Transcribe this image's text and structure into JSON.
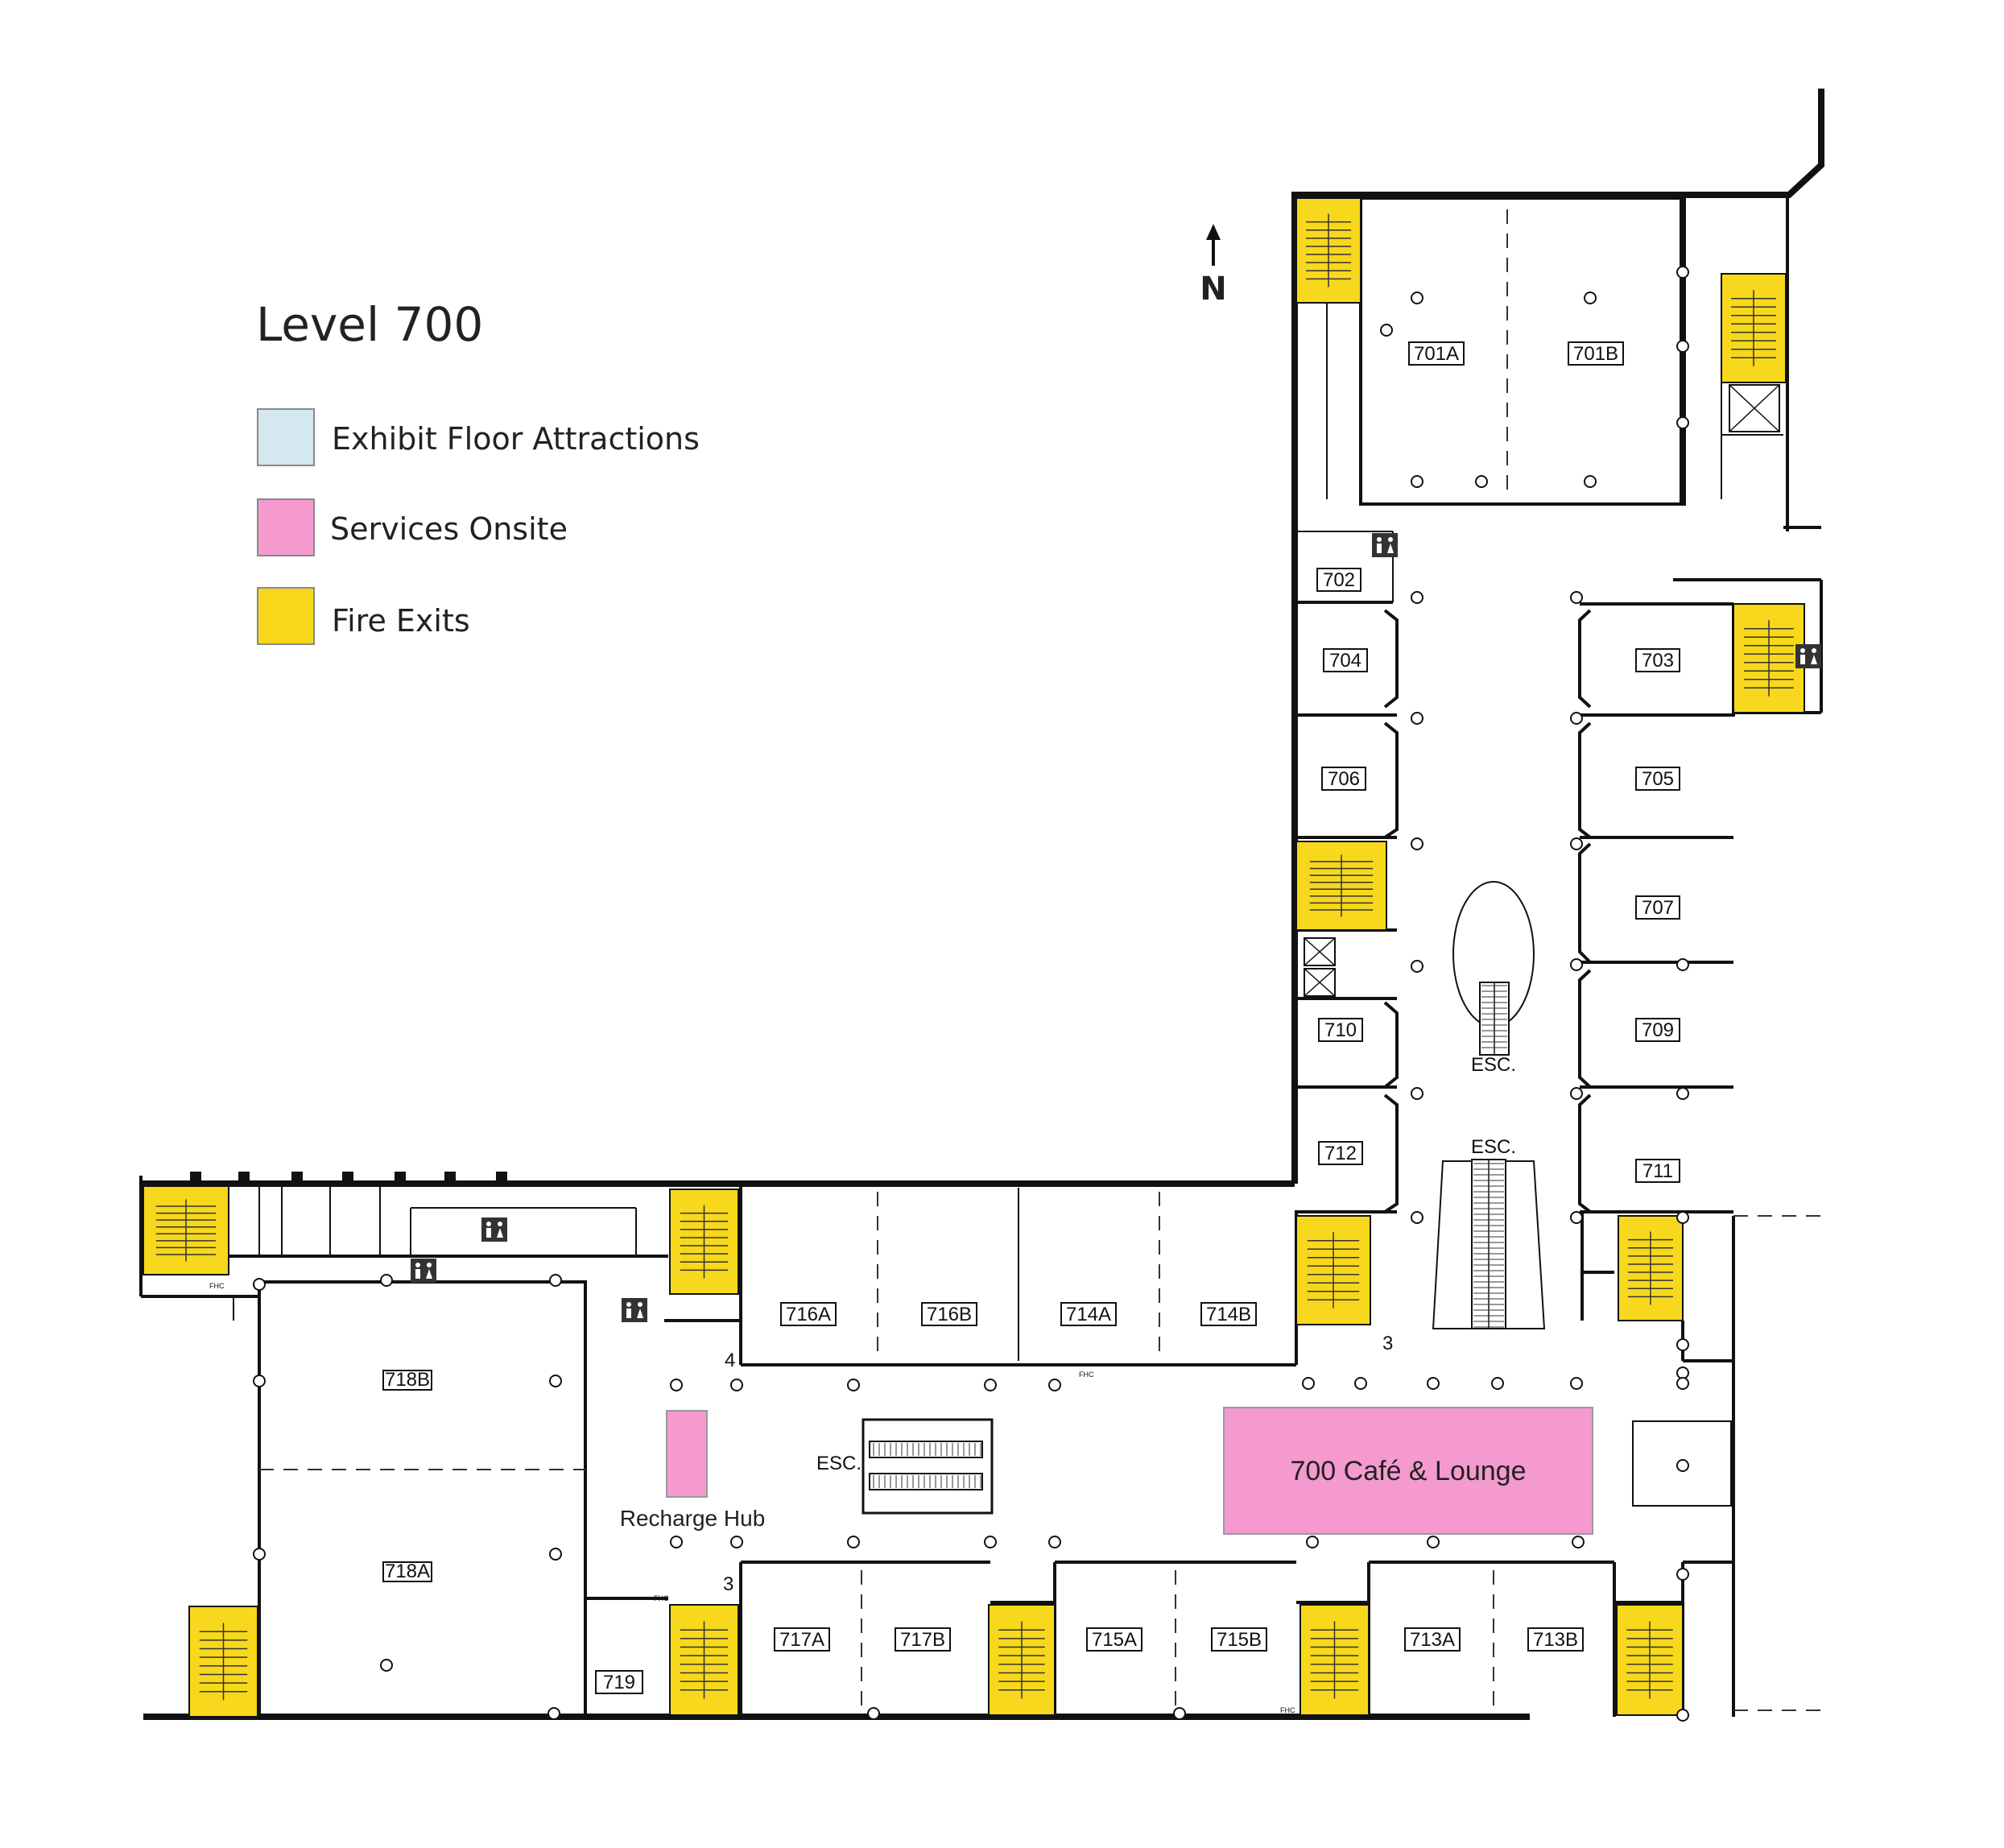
{
  "title": "Level 700",
  "north_label": "N",
  "legend": [
    {
      "label": "Exhibit Floor Attractions",
      "color": "#d3e8ef"
    },
    {
      "label": "Services Onsite",
      "color": "#f49acf"
    },
    {
      "label": "Fire Exits",
      "color": "#f7d81c"
    }
  ],
  "rooms": {
    "r701A": "701A",
    "r701B": "701B",
    "r702": "702",
    "r703": "703",
    "r704": "704",
    "r705": "705",
    "r706": "706",
    "r707": "707",
    "r709": "709",
    "r710": "710",
    "r711": "711",
    "r712": "712",
    "r713A": "713A",
    "r713B": "713B",
    "r714A": "714A",
    "r714B": "714B",
    "r715A": "715A",
    "r715B": "715B",
    "r716A": "716A",
    "r716B": "716B",
    "r717A": "717A",
    "r717B": "717B",
    "r718A": "718A",
    "r718B": "718B",
    "r719": "719"
  },
  "features": {
    "esc_1": "ESC.",
    "esc_2": "ESC.",
    "esc_3": "ESC.",
    "cafe": "700 Café & Lounge",
    "recharge": "Recharge Hub",
    "fhc": "FHC",
    "marker_3": "3",
    "marker_4": "4"
  }
}
